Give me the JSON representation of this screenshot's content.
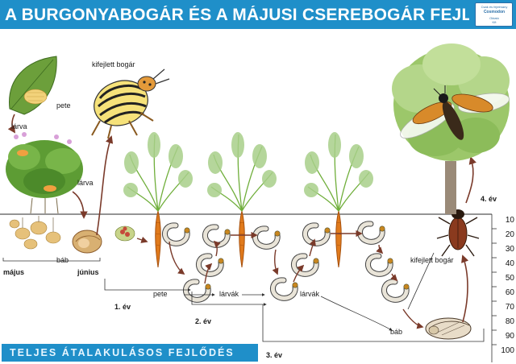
{
  "title": "A BURGONYABOGÁR ÉS A MÁJUSI CSEREBOGÁR FEJLŐDÉSE",
  "logo_lines": [
    "Csák és fejelmany",
    "Cosmodon",
    "Oktató",
    "Kft"
  ],
  "labels": {
    "pete_top": "pete",
    "larva_1": "lárva",
    "larva_2": "lárva",
    "adult_potato": "kifejlett bogár",
    "pupa_potato": "báb",
    "month_may": "május",
    "month_june": "június",
    "pete_cockchafer": "pete",
    "larvak_1": "lárvák",
    "larvak_2": "lárvák",
    "bab_cockchafer": "báb",
    "adult_cockchafer": "kifejlett bogár"
  },
  "years": [
    "1. év",
    "2. év",
    "3. év",
    "4. év"
  ],
  "depth_scale": [
    "10",
    "20",
    "30",
    "40",
    "50",
    "60",
    "70",
    "80",
    "90",
    "100"
  ],
  "bottom_banner": "TELJES ÁTALAKULÁSOS FEJLŐDÉS",
  "colors": {
    "banner_blue": "#1f8fc9",
    "arrow": "#7a3a2a",
    "leaf_green": "#6fae3a",
    "carrot": "#e07a1c",
    "ground_line": "#555555"
  }
}
